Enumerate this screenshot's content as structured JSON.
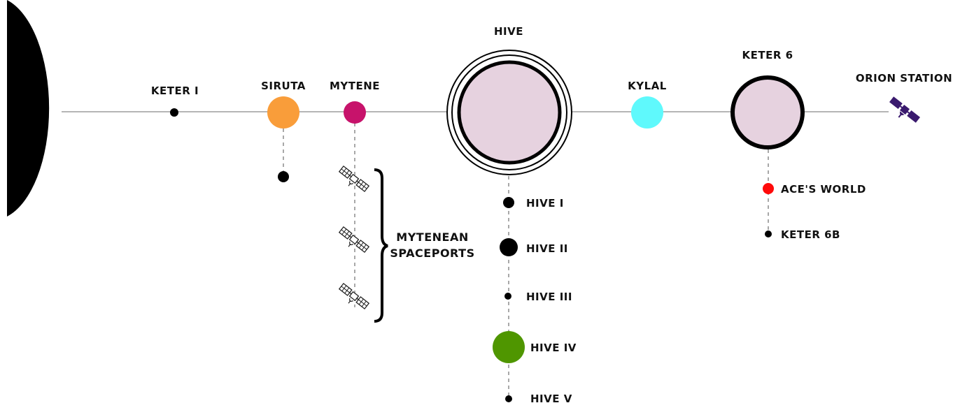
{
  "colors": {
    "siruta": "#f99d3a",
    "mytene": "#c7136b",
    "kylal": "#5ff9fc",
    "hive_iv": "#4f9600",
    "aces_world": "#ff0a0a",
    "hive": "#e6d2df",
    "keter_6": "#e6d2df",
    "orion_station": "#3a1a6e"
  },
  "bodies": {
    "keter_1": "KETER I",
    "siruta": "SIRUTA",
    "mytene": "MYTENE",
    "hive": "HIVE",
    "kylal": "KYLAL",
    "keter_6": "KETER 6",
    "orion_station": "ORION STATION"
  },
  "hive_moons": [
    "HIVE I",
    "HIVE II",
    "HIVE III",
    "HIVE IV",
    "HIVE V"
  ],
  "keter6_moons": [
    "ACE'S WORLD",
    "KETER 6B"
  ],
  "spaceports": {
    "line1": "MYTENEAN",
    "line2": "SPACEPORTS"
  },
  "icons": {
    "satellite": "satellite-icon"
  }
}
